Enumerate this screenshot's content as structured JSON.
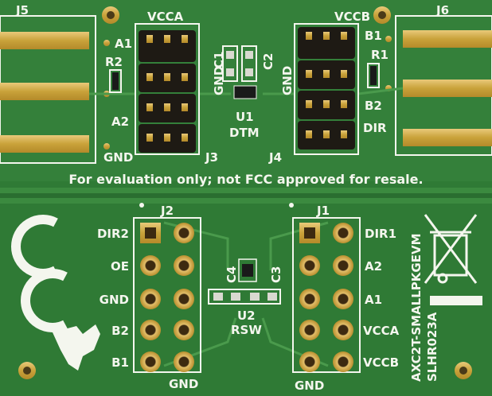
{
  "board": {
    "part_number": "AXC2T-SMALLPKGEVM",
    "doc_number": "SLHR023A",
    "disclaimer": "For evaluation only; not FCC approved for resale."
  },
  "top": {
    "j5": "J5",
    "j6": "J6",
    "a1": "A1",
    "a2": "A2",
    "r2": "R2",
    "gnd_left": "GND",
    "vcca": "VCCA",
    "vccb": "VCCB",
    "c1": "C1",
    "c2": "C2",
    "gnd_j3": "GND",
    "gnd_j4": "GND",
    "u1": "U1",
    "dtm": "DTM",
    "j3": "J3",
    "j4": "J4",
    "b1": "B1",
    "b2": "B2",
    "r1": "R1",
    "dir": "DIR"
  },
  "bottom": {
    "j2": "J2",
    "j1": "J1",
    "left_labels": [
      "DIR2",
      "OE",
      "GND",
      "B2",
      "B1"
    ],
    "right_labels": [
      "DIR1",
      "A2",
      "A1",
      "VCCA",
      "VCCB"
    ],
    "c4": "C4",
    "c3": "C3",
    "u2": "U2",
    "rsw": "RSW",
    "gnd_j2": "GND",
    "gnd_j1": "GND"
  },
  "colors": {
    "pcb": "#2f7a35",
    "silkscreen": "#f4f6ee",
    "gold": "#c9a23a",
    "header": "#1e1a14"
  }
}
